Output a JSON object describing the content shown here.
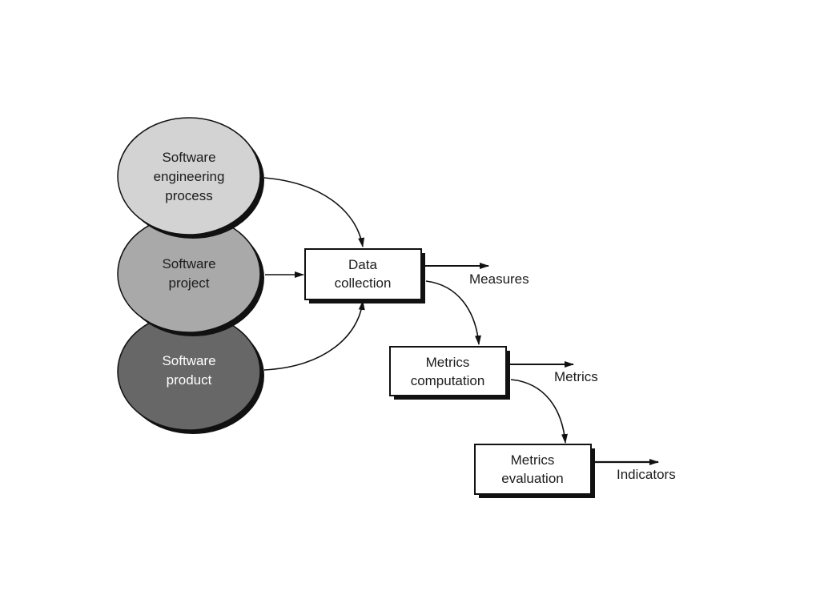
{
  "inputs": [
    {
      "lines": [
        "Software",
        "engineering",
        "process"
      ],
      "fill": "#d3d3d3",
      "text_color": "#1c1c1c"
    },
    {
      "lines": [
        "Software",
        "project"
      ],
      "fill": "#a9a9a9",
      "text_color": "#1c1c1c"
    },
    {
      "lines": [
        "Software",
        "product"
      ],
      "fill": "#676767",
      "text_color": "#ffffff"
    }
  ],
  "stages": [
    {
      "lines": [
        "Data",
        "collection"
      ],
      "output": "Measures"
    },
    {
      "lines": [
        "Metrics",
        "computation"
      ],
      "output": "Metrics"
    },
    {
      "lines": [
        "Metrics",
        "evaluation"
      ],
      "output": "Indicators"
    }
  ],
  "colors": {
    "stroke": "#111111",
    "shadow": "#111111",
    "box_fill": "#ffffff"
  }
}
